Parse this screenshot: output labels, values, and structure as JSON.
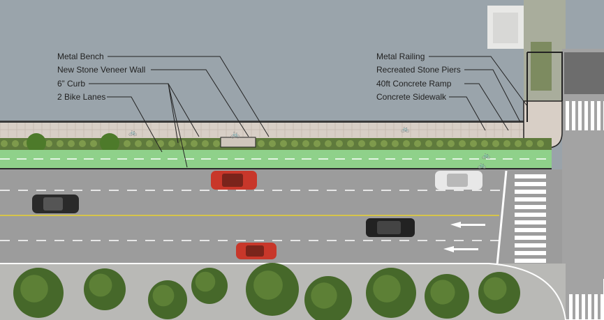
{
  "plan": {
    "labels_left": [
      "Metal Bench",
      "New Stone Veneer Wall",
      "6” Curb",
      "2 Bike Lanes"
    ],
    "labels_right": [
      "Metal Railing",
      "Recreated Stone Piers",
      "40ft Concrete Ramp",
      "Concrete Sidewalk"
    ]
  },
  "colors": {
    "water": "#9aa4ab",
    "bike_lane": "#8fd18a",
    "road": "#9c9c9c",
    "sidewalk": "#d8cfc6",
    "planting": "#5f7a3c",
    "center_line": "#d6c44a"
  },
  "icons": [
    "bicycle-icon",
    "bench-icon",
    "arrow-icon",
    "car-icon",
    "tree-icon"
  ]
}
